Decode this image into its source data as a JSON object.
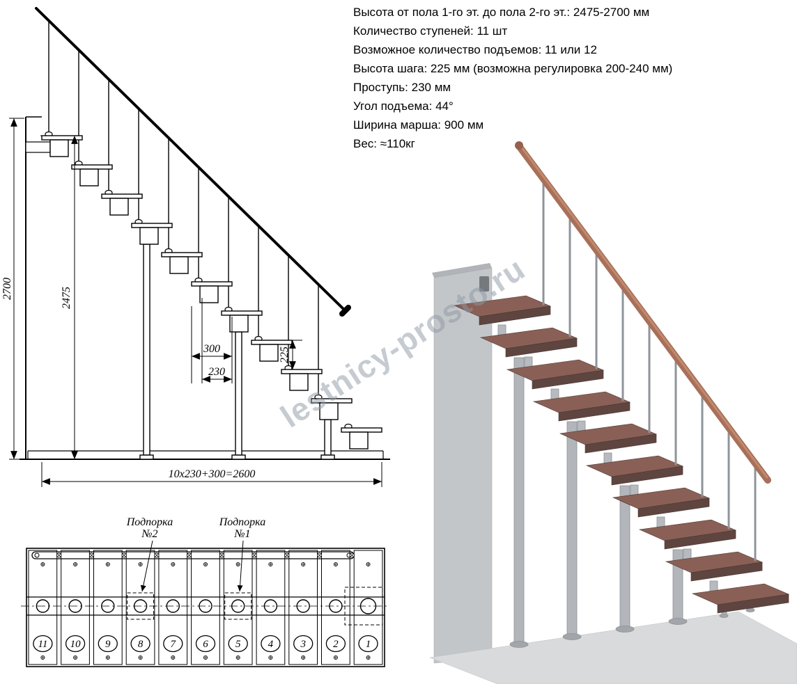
{
  "specs": {
    "lines": [
      "Высота от пола 1-го эт. до пола 2-го эт.: 2475-2700 мм",
      "Количество ступеней: 11 шт",
      "Возможное количество подъемов: 11 или 12",
      "Высота шага: 225 мм (возможна регулировка 200-240 мм)",
      "Проступь: 230 мм",
      "Угол подъема: 44°",
      "Ширина марша: 900 мм",
      "Вес: ≈110кг"
    ]
  },
  "side_view": {
    "dim_total_height": "2700",
    "dim_stair_height": "2475",
    "dim_tread_depth": "300",
    "dim_step_run": "230",
    "dim_step_rise": "225",
    "dim_total_run": "10x230+300=2600"
  },
  "plan_view": {
    "support_labels": [
      {
        "line1": "Подпорка",
        "line2": "№2"
      },
      {
        "line1": "Подпорка",
        "line2": "№1"
      }
    ],
    "step_numbers": [
      "11",
      "10",
      "9",
      "8",
      "7",
      "6",
      "5",
      "4",
      "3",
      "2",
      "1"
    ]
  },
  "watermark": {
    "text": "lestnicy-prosto.ru"
  },
  "colors": {
    "tread_wood": "#8a6056",
    "handrail_wood": "#a8705a",
    "metal": "#b2b6ba",
    "wall": "#c3c6c9",
    "floor": "#d8dadc",
    "line": "#000000",
    "watermark": "#8d98a4"
  }
}
